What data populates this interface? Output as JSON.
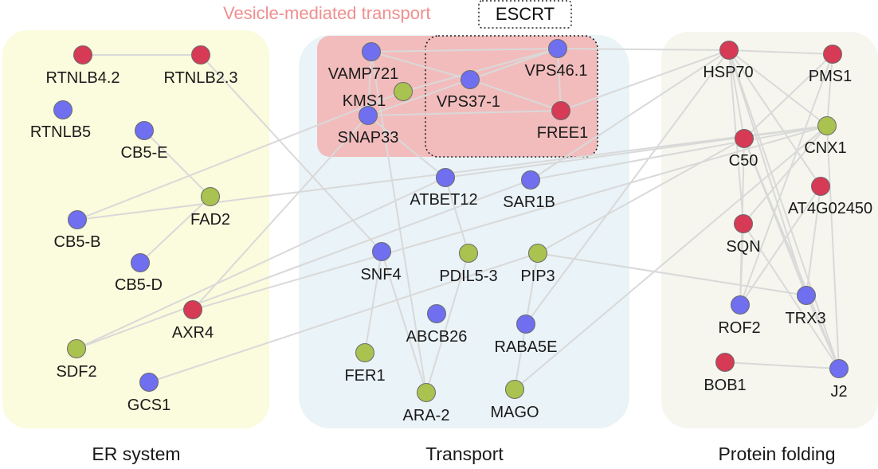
{
  "colors": {
    "red": "#d63a55",
    "blue": "#6f6ff0",
    "green": "#a9c250",
    "er_bg": "#fbfbdd",
    "transport_bg": "#eaf3f7",
    "folding_bg": "#f6f6ef",
    "vesicle_bg": "#f2bcbc",
    "vesicle_text": "#ef8f8f",
    "edge": "#d9d9d9"
  },
  "legend": {
    "vesicle": "Vesicle-mediated transport",
    "escrt": "ESCRT"
  },
  "groups": [
    {
      "id": "er",
      "label": "ER system"
    },
    {
      "id": "transport",
      "label": "Transport"
    },
    {
      "id": "folding",
      "label": "Protein folding"
    }
  ],
  "nodes": [
    {
      "id": "RTNLB4.2",
      "label": "RTNLB4.2",
      "color": "red"
    },
    {
      "id": "RTNLB2.3",
      "label": "RTNLB2.3",
      "color": "red"
    },
    {
      "id": "RTNLB5",
      "label": "RTNLB5",
      "color": "blue"
    },
    {
      "id": "CB5-E",
      "label": "CB5-E",
      "color": "blue"
    },
    {
      "id": "FAD2",
      "label": "FAD2",
      "color": "green"
    },
    {
      "id": "CB5-B",
      "label": "CB5-B",
      "color": "blue"
    },
    {
      "id": "CB5-D",
      "label": "CB5-D",
      "color": "blue"
    },
    {
      "id": "AXR4",
      "label": "AXR4",
      "color": "red"
    },
    {
      "id": "SDF2",
      "label": "SDF2",
      "color": "green"
    },
    {
      "id": "GCS1",
      "label": "GCS1",
      "color": "blue"
    },
    {
      "id": "VAMP721",
      "label": "VAMP721",
      "color": "blue"
    },
    {
      "id": "KMS1",
      "label": "KMS1",
      "color": "green"
    },
    {
      "id": "SNAP33",
      "label": "SNAP33",
      "color": "blue"
    },
    {
      "id": "VPS46.1",
      "label": "VPS46.1",
      "color": "blue"
    },
    {
      "id": "VPS37-1",
      "label": "VPS37-1",
      "color": "blue"
    },
    {
      "id": "FREE1",
      "label": "FREE1",
      "color": "red"
    },
    {
      "id": "ATBET12",
      "label": "ATBET12",
      "color": "blue"
    },
    {
      "id": "SAR1B",
      "label": "SAR1B",
      "color": "blue"
    },
    {
      "id": "SNF4",
      "label": "SNF4",
      "color": "blue"
    },
    {
      "id": "PDIL5-3",
      "label": "PDIL5-3",
      "color": "green"
    },
    {
      "id": "PIP3",
      "label": "PIP3",
      "color": "green"
    },
    {
      "id": "ABCB26",
      "label": "ABCB26",
      "color": "blue"
    },
    {
      "id": "RABA5E",
      "label": "RABA5E",
      "color": "blue"
    },
    {
      "id": "FER1",
      "label": "FER1",
      "color": "green"
    },
    {
      "id": "ARA-2",
      "label": "ARA-2",
      "color": "green"
    },
    {
      "id": "MAGO",
      "label": "MAGO",
      "color": "green"
    },
    {
      "id": "HSP70",
      "label": "HSP70",
      "color": "red"
    },
    {
      "id": "PMS1",
      "label": "PMS1",
      "color": "red"
    },
    {
      "id": "CNX1",
      "label": "CNX1",
      "color": "green"
    },
    {
      "id": "C50",
      "label": "C50",
      "color": "red"
    },
    {
      "id": "AT4G02450",
      "label": "AT4G02450",
      "color": "red"
    },
    {
      "id": "SQN",
      "label": "SQN",
      "color": "red"
    },
    {
      "id": "ROF2",
      "label": "ROF2",
      "color": "blue"
    },
    {
      "id": "TRX3",
      "label": "TRX3",
      "color": "blue"
    },
    {
      "id": "BOB1",
      "label": "BOB1",
      "color": "red"
    },
    {
      "id": "J2",
      "label": "J2",
      "color": "blue"
    }
  ],
  "edges": [
    [
      "RTNLB4.2",
      "RTNLB2.3"
    ],
    [
      "RTNLB2.3",
      "SNF4"
    ],
    [
      "CB5-E",
      "FAD2"
    ],
    [
      "FAD2",
      "CB5-D"
    ],
    [
      "CB5-B",
      "KMS1"
    ],
    [
      "CB5-B",
      "CNX1"
    ],
    [
      "AXR4",
      "SNAP33"
    ],
    [
      "AXR4",
      "CNX1"
    ],
    [
      "SDF2",
      "ATBET12"
    ],
    [
      "SDF2",
      "SAR1B"
    ],
    [
      "GCS1",
      "PIP3"
    ],
    [
      "VAMP721",
      "VPS46.1"
    ],
    [
      "VAMP721",
      "SNAP33"
    ],
    [
      "VAMP721",
      "VPS37-1"
    ],
    [
      "KMS1",
      "VPS46.1"
    ],
    [
      "SNAP33",
      "VPS46.1"
    ],
    [
      "SNAP33",
      "FREE1"
    ],
    [
      "VPS37-1",
      "FREE1"
    ],
    [
      "VPS37-1",
      "VPS46.1"
    ],
    [
      "VPS46.1",
      "FREE1"
    ],
    [
      "FREE1",
      "HSP70"
    ],
    [
      "VPS46.1",
      "HSP70"
    ],
    [
      "VAMP721",
      "ARA-2"
    ],
    [
      "SNAP33",
      "ATBET12"
    ],
    [
      "ATBET12",
      "PDIL5-3"
    ],
    [
      "ATBET12",
      "CNX1"
    ],
    [
      "SAR1B",
      "HSP70"
    ],
    [
      "SAR1B",
      "CNX1"
    ],
    [
      "SNF4",
      "FER1"
    ],
    [
      "SNF4",
      "ARA-2"
    ],
    [
      "PDIL5-3",
      "ARA-2"
    ],
    [
      "PIP3",
      "MAGO"
    ],
    [
      "PIP3",
      "TRX3"
    ],
    [
      "PIP3",
      "C50"
    ],
    [
      "MAGO",
      "CNX1"
    ],
    [
      "RABA5E",
      "HSP70"
    ],
    [
      "HSP70",
      "PMS1"
    ],
    [
      "HSP70",
      "C50"
    ],
    [
      "HSP70",
      "CNX1"
    ],
    [
      "HSP70",
      "SQN"
    ],
    [
      "HSP70",
      "J2"
    ],
    [
      "HSP70",
      "TRX3"
    ],
    [
      "HSP70",
      "AT4G02450"
    ],
    [
      "PMS1",
      "CNX1"
    ],
    [
      "PMS1",
      "C50"
    ],
    [
      "PMS1",
      "ROF2"
    ],
    [
      "CNX1",
      "SQN"
    ],
    [
      "CNX1",
      "J2"
    ],
    [
      "C50",
      "ROF2"
    ],
    [
      "C50",
      "TRX3"
    ],
    [
      "C50",
      "J2"
    ],
    [
      "AT4G02450",
      "ROF2"
    ],
    [
      "AT4G02450",
      "TRX3"
    ],
    [
      "SQN",
      "ROF2"
    ],
    [
      "SQN",
      "J2"
    ],
    [
      "TRX3",
      "J2"
    ],
    [
      "BOB1",
      "J2"
    ]
  ]
}
